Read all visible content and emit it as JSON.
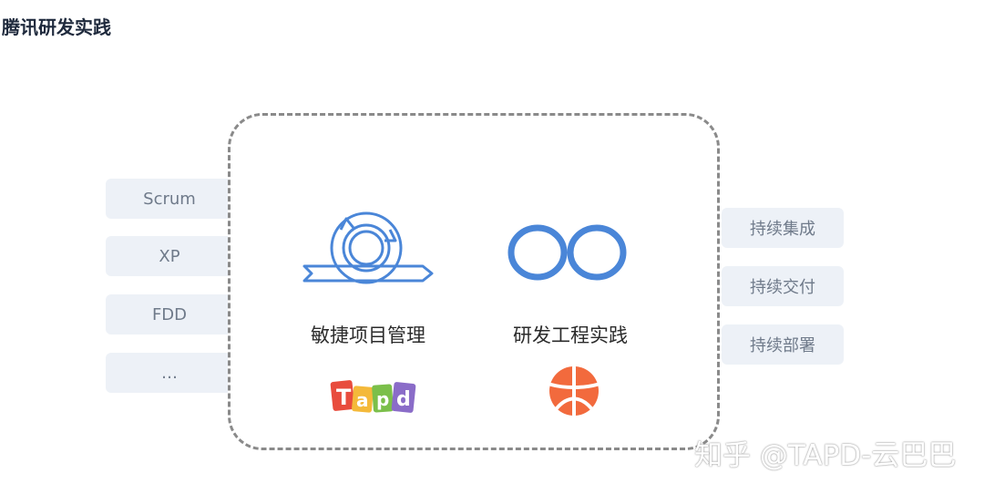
{
  "title": "腾讯研发实践",
  "methods": [
    "Scrum",
    "XP",
    "FDD",
    "…"
  ],
  "practices": [
    "持续集成",
    "持续交付",
    "持续部署"
  ],
  "center": {
    "left_label": "敏捷项目管理",
    "right_label": "研发工程实践",
    "logo_text": "Tapd"
  },
  "watermark": "知乎 @TAPD-云巴巴",
  "colors": {
    "icon_blue": "#4a86d8",
    "logo_orange": "#f26a3d",
    "tag_bg": "#edf1f7",
    "frame": "#8a8a8a"
  }
}
